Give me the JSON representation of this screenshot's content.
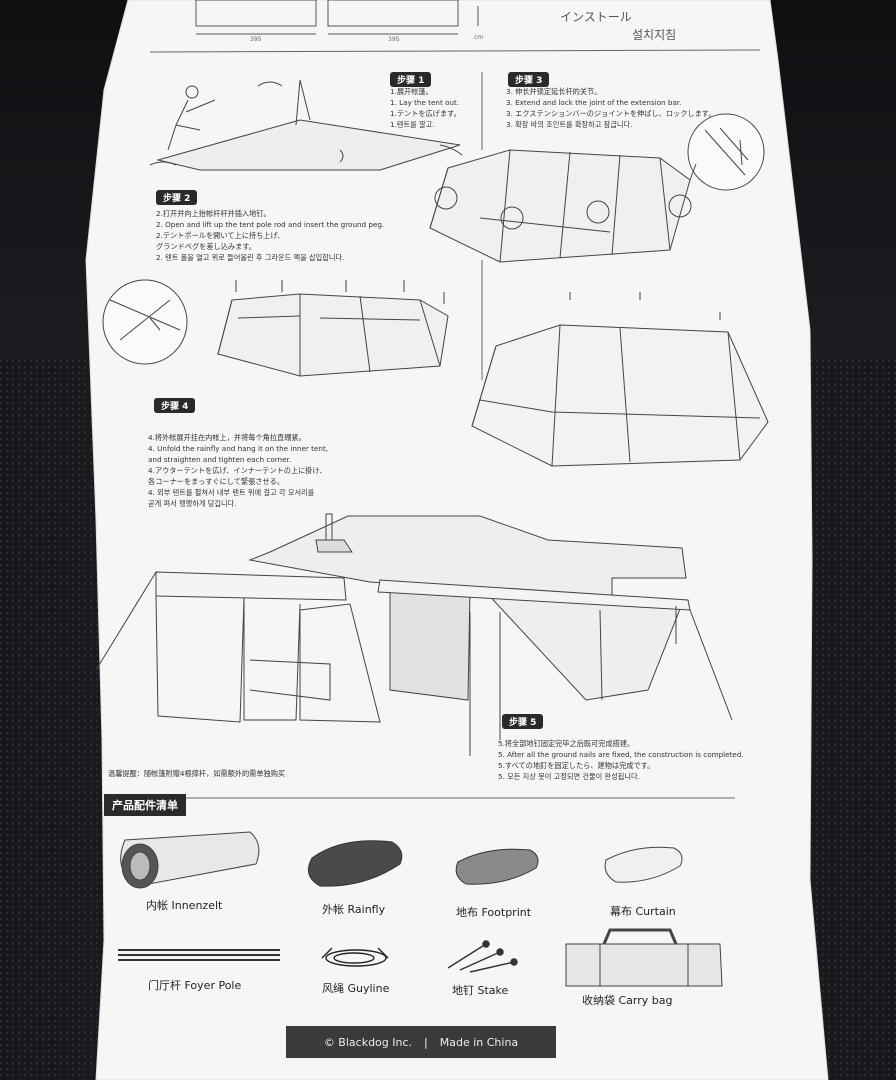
{
  "header": {
    "dim_left": "395",
    "dim_right": "395",
    "dim_unit": "cm",
    "title_top": "インストール",
    "title_ko": "설치지침"
  },
  "steps": [
    {
      "badge": "步骤 1",
      "lines": [
        "1.展开帐篷。",
        "1. Lay the tent out.",
        "1.テントを広げます。",
        "1.텐트를 깔고."
      ]
    },
    {
      "badge": "步骤 2",
      "lines": [
        "2.打开并向上抬帐杆杆并插入地钉。",
        "2. Open and lift up the tent pole rod and insert the ground peg.",
        "2.テントポールを開いて上に持ち上げ、",
        "グランドペグを差し込みます。",
        "2. 텐트 폴을 열고 위로 들어올린 후 그라운드 펙을 삽입합니다."
      ]
    },
    {
      "badge": "步骤 3",
      "lines": [
        "3. 伸长并锁定延长杆的关节。",
        "3. Extend and lock the joint of the extension bar.",
        "3. エクステンションバーのジョイントを伸ばし、ロックします。",
        "3. 확장 바의 조인트를 확장하고 잠급니다."
      ]
    },
    {
      "badge": "步骤 4",
      "lines": [
        "4.将外帐展开挂在内帐上，并将每个角拉直绷紧。",
        "4. Unfold the rainfly and hang it on the inner tent,",
        "and straighten and tighten each corner.",
        "4.アウターテントを広げ、インナーテントの上に掛け、",
        "各コーナーをまっすぐにして緊張させる。",
        "4. 외부 텐트를 펼쳐서 내부 텐트 위에 걸고 각 모서리를",
        "곧게 펴서 팽팽하게 당깁니다."
      ]
    },
    {
      "badge": "步骤 5",
      "lines": [
        "5.将全部地钉固定完毕之后既可完成搭建。",
        "5. After all the ground nails are fixed, the construction is completed.",
        "5.すべての地釘を固定したら、建物は完成です。",
        "5. 모든 지상 못이 고정되면 건물이 완성됩니다."
      ]
    }
  ],
  "tip": "温馨提醒：随帐篷附赠4根撑杆，如需额外的需单独购买",
  "parts": {
    "title": "产品配件清单",
    "items": [
      {
        "label": "内帐 Innenzelt",
        "icon": "inner-tent-roll-icon"
      },
      {
        "label": "外帐 Rainfly",
        "icon": "rainfly-bag-icon"
      },
      {
        "label": "地布 Footprint",
        "icon": "footprint-bag-icon"
      },
      {
        "label": "幕布 Curtain",
        "icon": "curtain-bag-icon"
      },
      {
        "label": "门厅杆 Foyer Pole",
        "icon": "foyer-pole-icon"
      },
      {
        "label": "风绳 Guyline",
        "icon": "guyline-icon"
      },
      {
        "label": "地钉 Stake",
        "icon": "stake-icon"
      },
      {
        "label": "收纳袋 Carry bag",
        "icon": "carry-bag-icon"
      }
    ]
  },
  "footer": {
    "brand": "© Blackdog Inc.",
    "separator": "|",
    "origin": "Made in China"
  },
  "colors": {
    "paper": "#f7f7f5",
    "ink": "#2a2a2a",
    "bag": "#1b1d21"
  }
}
